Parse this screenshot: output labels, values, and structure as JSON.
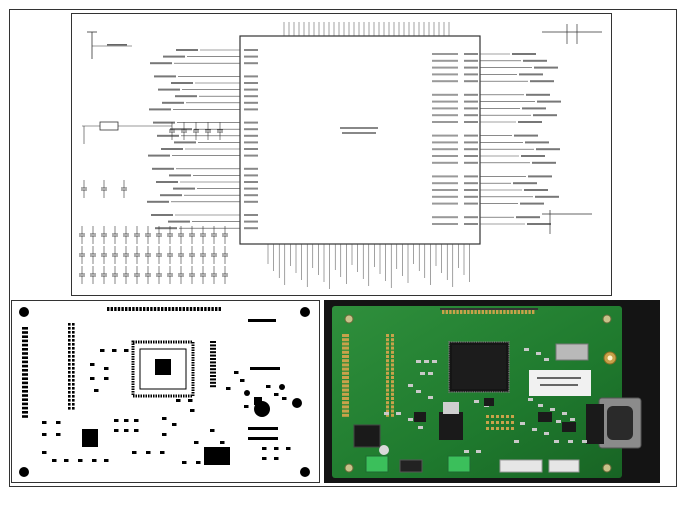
{
  "figure": {
    "panels": [
      {
        "id": "schematic",
        "label": ""
      },
      {
        "id": "pcb-layout",
        "label": ""
      },
      {
        "id": "assembled-board",
        "label": ""
      }
    ],
    "colors": {
      "background": "#ffffff",
      "frame": "#333333",
      "schematic_lines": "#333333",
      "schematic_pins": "#555555",
      "pcb_pads": "#000000",
      "pcb_board": "#1f7a2e",
      "pcb_dark_bg": "#141414",
      "chip": "#1a1a1a",
      "connector_gold": "#c8a24a",
      "header_green": "#3bbf5b"
    }
  }
}
